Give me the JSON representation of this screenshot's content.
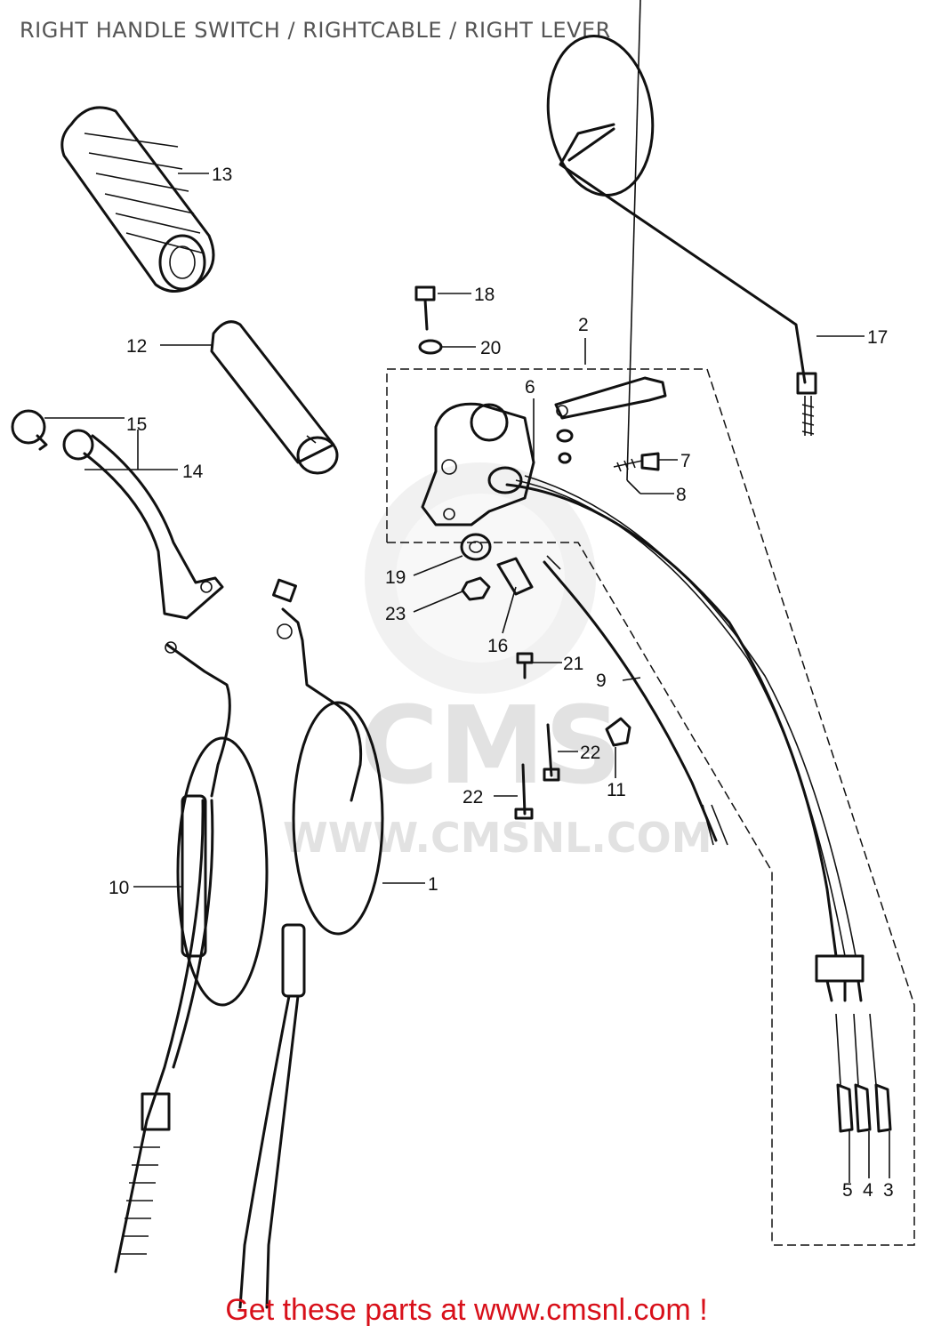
{
  "header": {
    "title": "RIGHT HANDLE SWITCH / RIGHTCABLE / RIGHT LEVER"
  },
  "watermark": {
    "logo": "CMS",
    "url": "WWW.CMSNL.COM"
  },
  "footer": {
    "text": "Get these parts at www.cmsnl.com !",
    "color": "#d8101a"
  },
  "callouts": {
    "c1": "1",
    "c2": "2",
    "c3": "3",
    "c4": "4",
    "c5": "5",
    "c6": "6",
    "c7": "7",
    "c8": "8",
    "c9": "9",
    "c10": "10",
    "c11": "11",
    "c12": "12",
    "c13": "13",
    "c14": "14",
    "c15": "15",
    "c16": "16",
    "c17": "17",
    "c18": "18",
    "c19": "19",
    "c20": "20",
    "c21": "21",
    "c22a": "22",
    "c22b": "22",
    "c23": "23"
  }
}
